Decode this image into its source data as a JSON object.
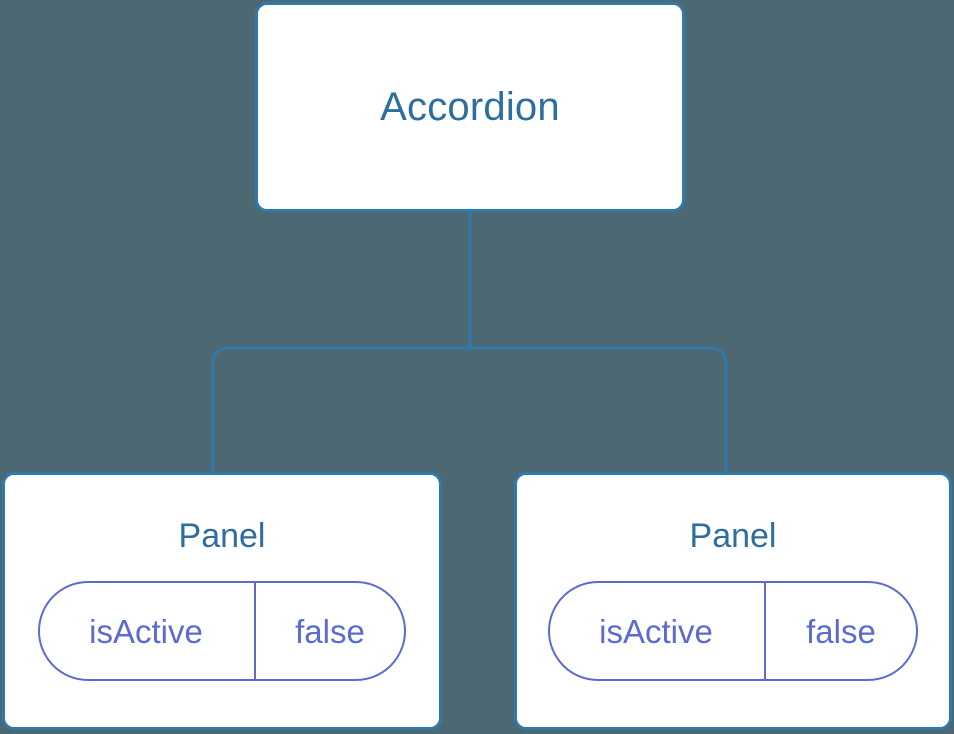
{
  "diagram": {
    "type": "component-tree",
    "background_color": "#4c6872",
    "node_border_color": "#2f7aad",
    "node_title_color": "#2d6e9e",
    "edge_color": "#2f7aad",
    "prop_color": "#5c6bd0",
    "root": {
      "title": "Accordion"
    },
    "children": [
      {
        "title": "Panel",
        "prop_key": "isActive",
        "prop_value": "false"
      },
      {
        "title": "Panel",
        "prop_key": "isActive",
        "prop_value": "false"
      }
    ]
  }
}
